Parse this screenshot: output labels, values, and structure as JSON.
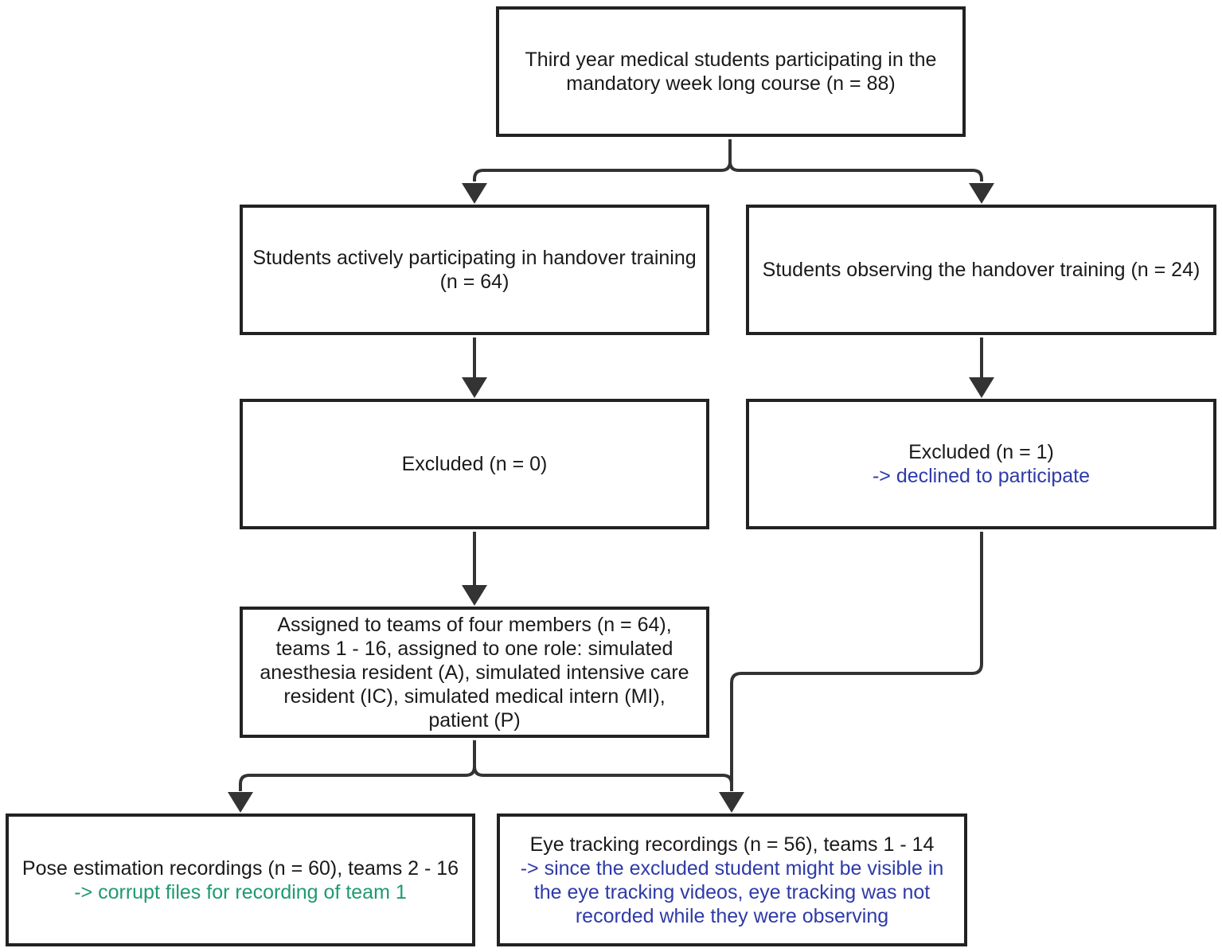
{
  "colors": {
    "box_border": "#222222",
    "text": "#1a1a1a",
    "note_blue": "#2e3aa8",
    "note_green": "#1f9a6e",
    "connector": "#333333"
  },
  "nodes": {
    "total": {
      "lines": [
        "Third year medical students participating in the",
        "mandatory week long course (n = 88)"
      ]
    },
    "active": {
      "lines": [
        "Students actively participating in handover training",
        "(n = 64)"
      ]
    },
    "observing": {
      "lines": [
        "Students observing the handover training (n = 24)"
      ]
    },
    "excluded_left": {
      "lines": [
        "Excluded (n = 0)"
      ]
    },
    "excluded_right": {
      "lines": [
        "Excluded (n = 1)"
      ],
      "note": [
        "-> declined to participate"
      ]
    },
    "assigned": {
      "lines": [
        "Assigned to teams of four members (n = 64),",
        "teams 1 - 16, assigned to one role: simulated",
        "anesthesia resident (A), simulated intensive care",
        "resident (IC), simulated medical intern (MI),",
        "patient (P)"
      ]
    },
    "pose": {
      "lines": [
        "Pose estimation recordings (n = 60), teams 2 - 16"
      ],
      "note": [
        "-> corrupt files for recording of team 1"
      ]
    },
    "eye": {
      "lines": [
        "Eye tracking recordings (n = 56), teams 1 - 14"
      ],
      "note": [
        "-> since the excluded student might be visible in",
        "the eye tracking videos, eye tracking was not",
        "recorded while they were observing"
      ]
    }
  }
}
